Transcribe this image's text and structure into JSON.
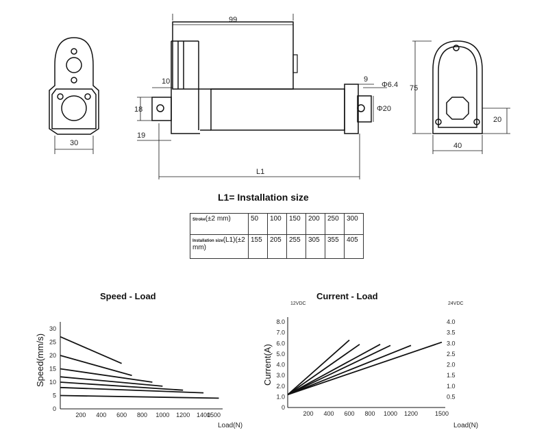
{
  "title_main": "L1= Installation size",
  "table": {
    "row1_label_bold": "Stroke",
    "row1_label_rest": "(±2 mm)",
    "row1_values": [
      "50",
      "100",
      "150",
      "200",
      "250",
      "300"
    ],
    "row2_label_bold": "Installation size",
    "row2_label_rest": "(L1)(±2 mm)",
    "row2_values": [
      "155",
      "205",
      "255",
      "305",
      "355",
      "405"
    ]
  },
  "dimensions": {
    "d99": "99",
    "d10": "10",
    "d18": "18",
    "d19": "19",
    "dL1": "L1",
    "d30": "30",
    "d9": "9",
    "phi64": "Φ6.4",
    "phi20": "Φ20",
    "d75": "75",
    "d20": "20",
    "d40": "40"
  },
  "chart_data": [
    {
      "type": "line",
      "title": "Speed - Load",
      "xlabel": "Load(N)",
      "ylabel": "Speed(mm/s)",
      "xlim": [
        0,
        1500
      ],
      "ylim": [
        0,
        30
      ],
      "x_ticks": [
        "200",
        "400",
        "600",
        "800",
        "1000",
        "1200",
        "1400",
        "1500"
      ],
      "y_ticks": [
        "0",
        "5",
        "10",
        "15",
        "20",
        "25",
        "30"
      ],
      "series": [
        {
          "x": [
            0,
            600
          ],
          "y": [
            27,
            17
          ]
        },
        {
          "x": [
            0,
            700
          ],
          "y": [
            20,
            12.5
          ]
        },
        {
          "x": [
            0,
            900
          ],
          "y": [
            15,
            10
          ]
        },
        {
          "x": [
            0,
            1000
          ],
          "y": [
            12,
            8.5
          ]
        },
        {
          "x": [
            0,
            1200
          ],
          "y": [
            10,
            7
          ]
        },
        {
          "x": [
            0,
            1400
          ],
          "y": [
            8,
            6
          ]
        },
        {
          "x": [
            0,
            1550
          ],
          "y": [
            5,
            4
          ]
        }
      ]
    },
    {
      "type": "line",
      "title": "Current - Load",
      "xlabel": "Load(N)",
      "ylabel": "Current(A)",
      "left_axis_label": "12VDC",
      "right_axis_label": "24VDC",
      "xlim": [
        0,
        1500
      ],
      "ylim": [
        0,
        8
      ],
      "x_ticks": [
        "0",
        "200",
        "400",
        "600",
        "800",
        "1000",
        "1200",
        "1500"
      ],
      "y_ticks": [
        "0",
        "1.0",
        "2.0",
        "3.0",
        "4.0",
        "5.0",
        "6.0",
        "7.0",
        "8.0"
      ],
      "y2_ticks": [
        "0.5",
        "1.0",
        "1.5",
        "2.0",
        "2.5",
        "3.0",
        "3.5",
        "4.0"
      ],
      "series": [
        {
          "x": [
            0,
            600
          ],
          "y": [
            1.2,
            6.3
          ]
        },
        {
          "x": [
            0,
            700
          ],
          "y": [
            1.2,
            5.9
          ]
        },
        {
          "x": [
            0,
            900
          ],
          "y": [
            1.2,
            5.9
          ]
        },
        {
          "x": [
            0,
            1000
          ],
          "y": [
            1.2,
            5.8
          ]
        },
        {
          "x": [
            0,
            1200
          ],
          "y": [
            1.2,
            5.8
          ]
        },
        {
          "x": [
            0,
            1500
          ],
          "y": [
            1.2,
            6.1
          ]
        }
      ]
    }
  ]
}
